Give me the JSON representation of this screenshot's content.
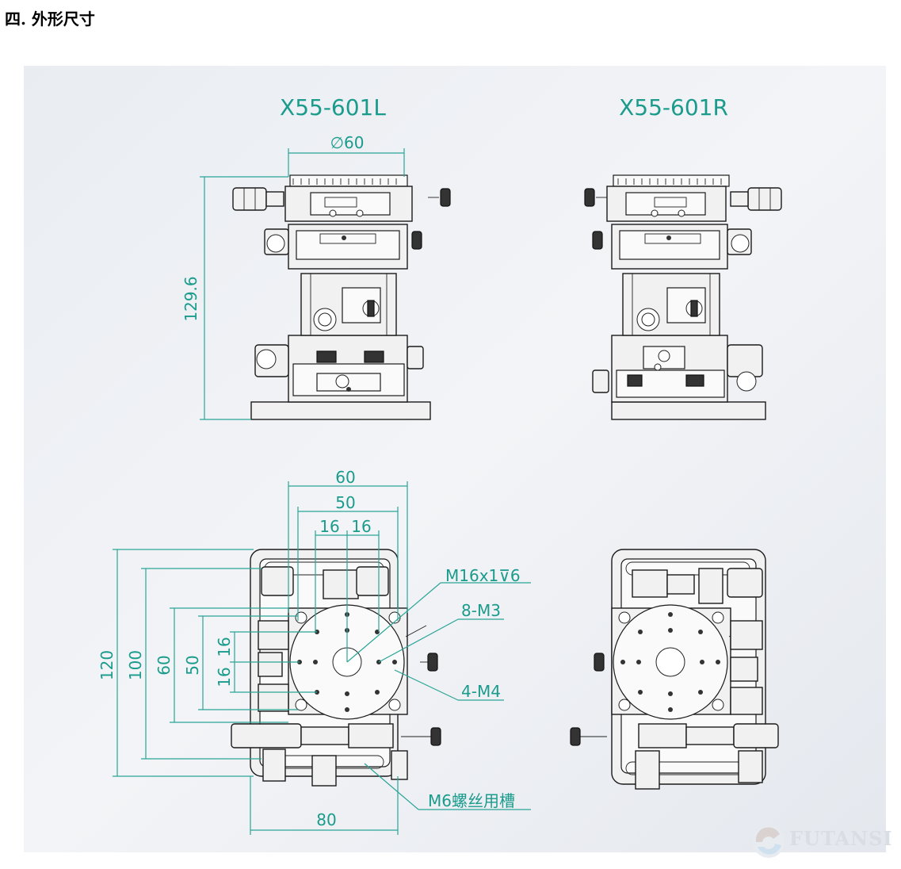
{
  "heading": "四. 外形尺寸",
  "models": {
    "left": "X55-601L",
    "right": "X55-601R"
  },
  "dimensions": {
    "top_diameter": "∅60",
    "height": "129.6",
    "w60": "60",
    "w50": "50",
    "w16a": "16",
    "w16b": "16",
    "h120": "120",
    "h100": "100",
    "h60": "60",
    "h50": "50",
    "h16a": "16",
    "h16b": "16",
    "bottom_width": "80"
  },
  "callouts": {
    "center_thread": "M16x1⊽6",
    "holes_8": "8-M3",
    "holes_4": "4-M4",
    "slot": "M6螺丝用槽"
  },
  "brand": "FUTANSI",
  "colors": {
    "accent": "#1a9b8c",
    "panel_bg": "#eef0f4"
  }
}
